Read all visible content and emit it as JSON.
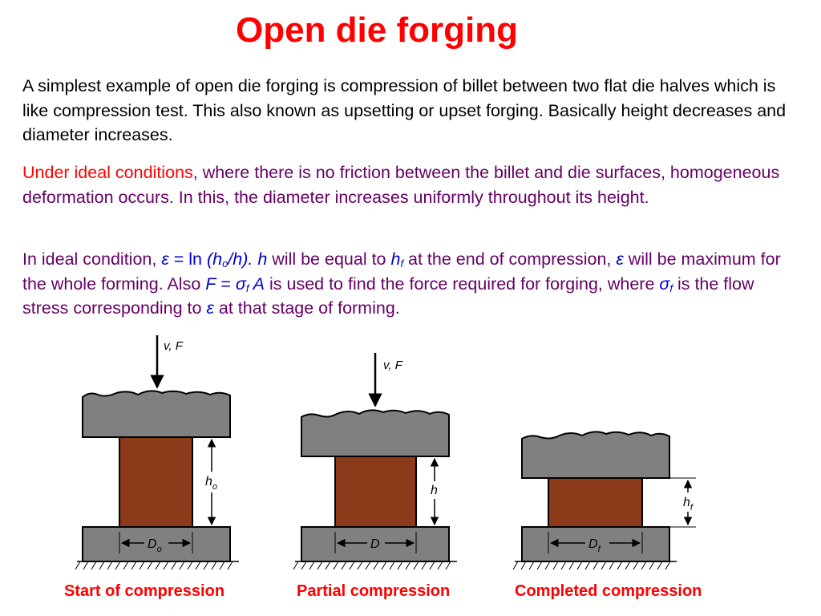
{
  "title": "Open die forging",
  "para1": "A simplest example of open die forging is compression of billet between two flat die halves which is like compression test. This also known as upsetting or upset forging. Basically height decreases and diameter increases.",
  "para2": {
    "lead": "Under ideal conditions",
    "rest": ", where there is no friction between the billet and die surfaces, homogeneous deformation occurs. In this, the diameter increases uniformly throughout its height."
  },
  "para3": {
    "t1": "In ideal condition, ",
    "eps": "ε",
    "eq": " = ",
    "ln": "ln",
    "open": " (h",
    "sub_o": "o",
    "close": "/h). ",
    "h": "h",
    "t2": " will be equal to ",
    "hf_h": "h",
    "hf_sub": "f",
    "t3": " at the end of compression, ",
    "eps2": "ε",
    "t4": " will be maximum for the whole forming. Also ",
    "F": "F",
    "eq2": " = ",
    "sigma": "σ",
    "sigma_sub": "f",
    "A": " A",
    "t5": " is used to find the force required for forging, where ",
    "sigma2": "σ",
    "sigma2_sub": "f",
    "t6": " is the flow stress corresponding to ",
    "eps3": "ε",
    "t7": " at that stage of forming."
  },
  "diagram": {
    "load_label": "v, F",
    "stage1": {
      "height_label": "h",
      "height_sub": "o",
      "diam_label": "D",
      "diam_sub": "o"
    },
    "stage2": {
      "height_label": "h",
      "diam_label": "D"
    },
    "stage3": {
      "height_label": "h",
      "height_sub": "f",
      "diam_label": "D",
      "diam_sub": "f"
    }
  },
  "captions": [
    "Start of compression",
    "Partial compression",
    "Completed compression"
  ],
  "colors": {
    "title": "#ff0000",
    "highlight": "#ff0000",
    "body_purple": "#660066",
    "math_blue": "#0000cc",
    "die_gray": "#808080",
    "billet_brown": "#8b3a1a"
  }
}
